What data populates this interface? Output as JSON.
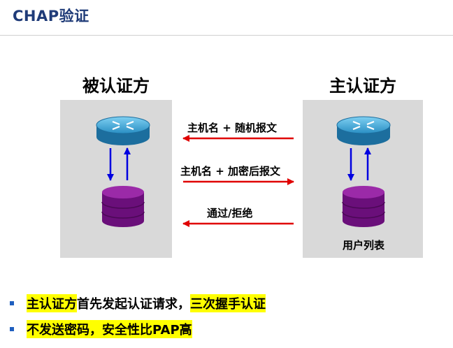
{
  "slide": {
    "title": "CHAP验证"
  },
  "diagram": {
    "left_party": "被认证方",
    "right_party": "主认证方",
    "messages": [
      {
        "label": "主机名 + 随机报文",
        "direction": "right-to-left"
      },
      {
        "label": "主机名 + 加密后报文",
        "direction": "left-to-right"
      },
      {
        "label": "通过/拒绝",
        "direction": "right-to-left"
      }
    ],
    "right_db_label": "用户列表",
    "colors": {
      "message_arrow": "#e00000",
      "local_arrow": "#0000e0",
      "router": "#2a8fc4",
      "database": "#7a1a87",
      "panel": "#d9d9d9"
    }
  },
  "bullets": [
    {
      "parts": [
        {
          "text": "主认证方",
          "highlight": true
        },
        {
          "text": "首先发起认证请求，",
          "highlight": false
        },
        {
          "text": "三次握手认证",
          "highlight": true
        }
      ]
    },
    {
      "parts": [
        {
          "text": "不发送密码，安全性比PAP高",
          "highlight": true
        }
      ]
    }
  ]
}
